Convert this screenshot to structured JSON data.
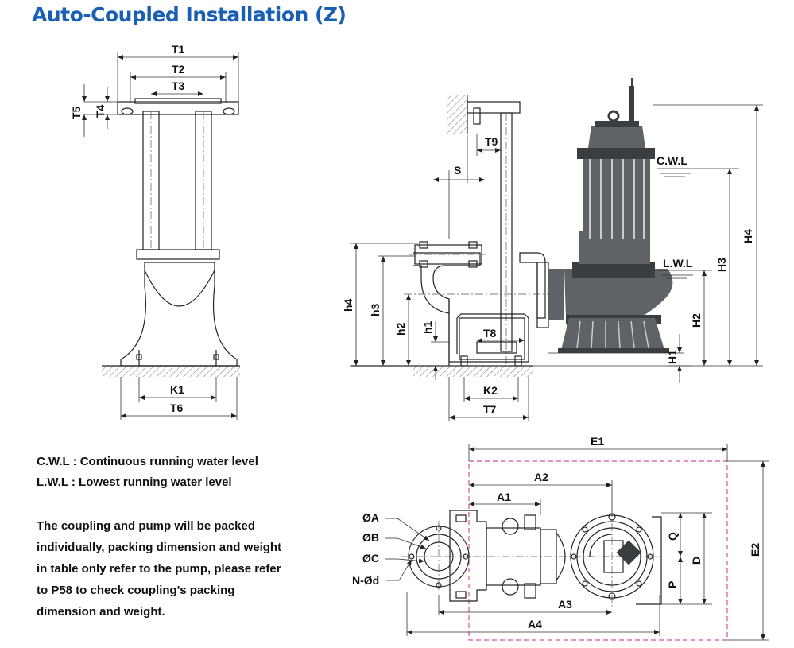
{
  "title": "Auto-Coupled Installation (Z)",
  "legend": {
    "cwl": "C.W.L : Continuous running water level",
    "lwl": "L.W.L :  Lowest running water level"
  },
  "note": "The coupling and pump will be packed individually,  packing  dimension and weight  in table only refer to the pump, please refer to P58 to check coupling's packing dimension and weight.",
  "labels": {
    "T1": "T1",
    "T2": "T2",
    "T3": "T3",
    "T4": "T4",
    "T5": "T5",
    "K1": "K1",
    "T6": "T6",
    "T9": "T9",
    "S": "S",
    "T8": "T8",
    "K2": "K2",
    "T7": "T7",
    "h1": "h1",
    "h2": "h2",
    "h3": "h3",
    "h4": "h4",
    "H1": "H1",
    "H2": "H2",
    "H3": "H3",
    "H4": "H4",
    "CWL": "C.W.L",
    "LWL": "L.W.L",
    "E1": "E1",
    "E2": "E2",
    "A1": "A1",
    "A2": "A2",
    "A3": "A3",
    "A4": "A4",
    "Q": "Q",
    "P": "P",
    "D": "D",
    "phiA": "ØA",
    "phiB": "ØB",
    "phiC": "ØC",
    "Nd": "N-Ød"
  },
  "colors": {
    "title": "#1a5fb4",
    "pink": "#d54fb4",
    "pump": "#5f6366"
  }
}
